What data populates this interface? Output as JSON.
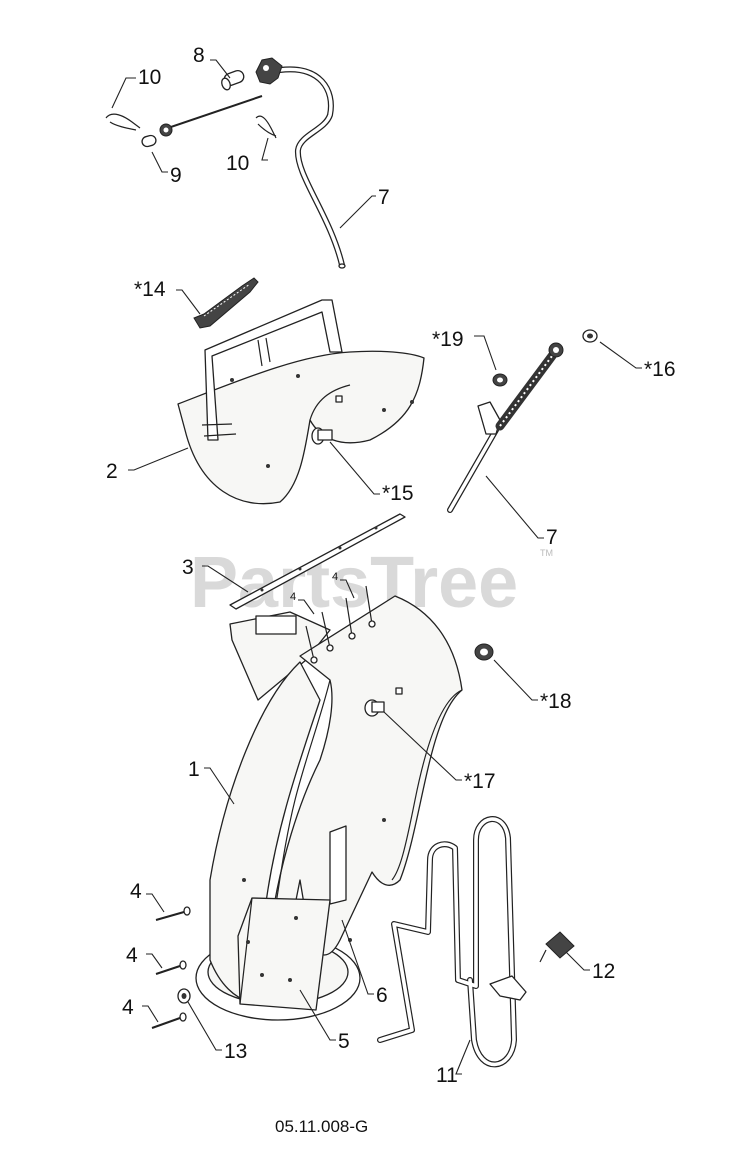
{
  "watermark": {
    "text": "PartsTree",
    "tm": "TM"
  },
  "caption": "05.11.008-G",
  "callouts": [
    {
      "id": "c-8",
      "text": "8"
    },
    {
      "id": "c-10a",
      "text": "10"
    },
    {
      "id": "c-9",
      "text": "9"
    },
    {
      "id": "c-10b",
      "text": "10"
    },
    {
      "id": "c-7a",
      "text": "7"
    },
    {
      "id": "c-14",
      "text": "*14"
    },
    {
      "id": "c-19",
      "text": "*19"
    },
    {
      "id": "c-16",
      "text": "*16"
    },
    {
      "id": "c-2",
      "text": "2"
    },
    {
      "id": "c-15",
      "text": "*15"
    },
    {
      "id": "c-7b",
      "text": "7"
    },
    {
      "id": "c-3",
      "text": "3"
    },
    {
      "id": "c-4s1",
      "text": "4"
    },
    {
      "id": "c-4s2",
      "text": "4"
    },
    {
      "id": "c-18",
      "text": "*18"
    },
    {
      "id": "c-1",
      "text": "1"
    },
    {
      "id": "c-17",
      "text": "*17"
    },
    {
      "id": "c-4a",
      "text": "4"
    },
    {
      "id": "c-12",
      "text": "12"
    },
    {
      "id": "c-4b",
      "text": "4"
    },
    {
      "id": "c-6",
      "text": "6"
    },
    {
      "id": "c-4c",
      "text": "4"
    },
    {
      "id": "c-13",
      "text": "13"
    },
    {
      "id": "c-5",
      "text": "5"
    },
    {
      "id": "c-11",
      "text": "11"
    }
  ]
}
